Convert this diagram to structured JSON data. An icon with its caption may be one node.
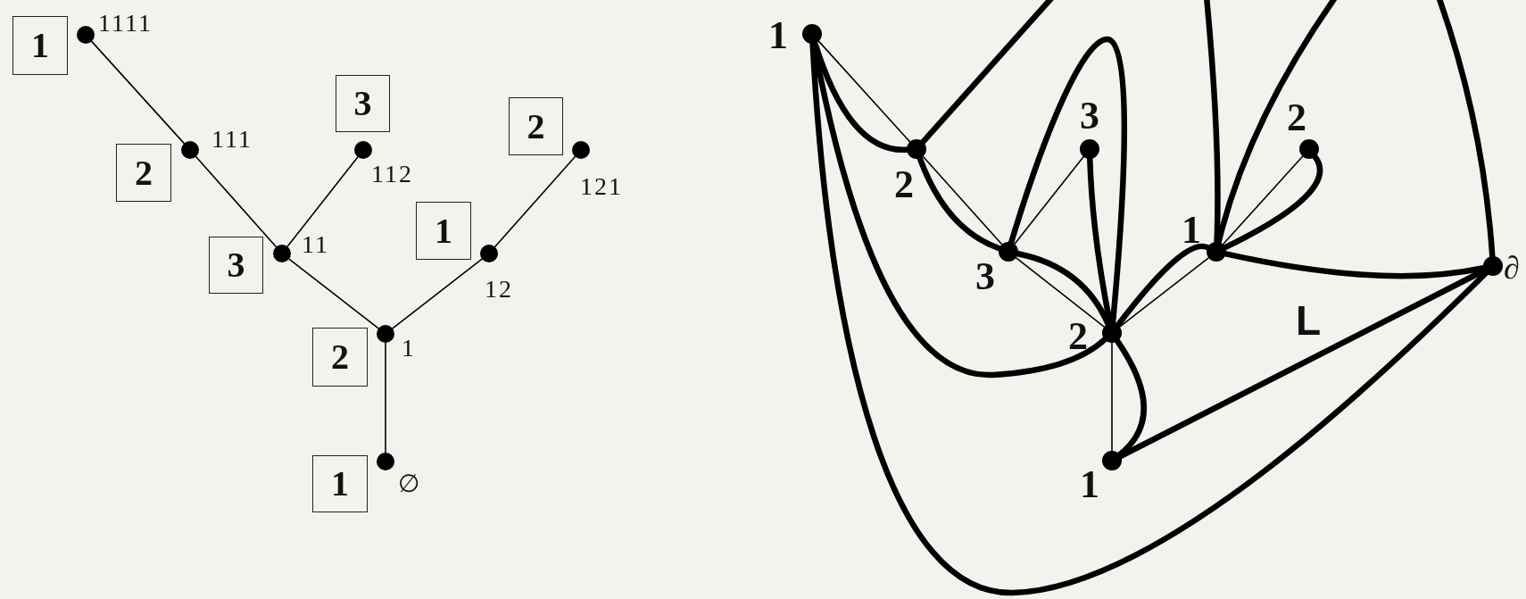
{
  "diagram": {
    "nodes": [
      {
        "text": [
          "1"
        ]
      },
      {
        "text": [],
        "shape": "circle",
        "beside": [
          "1111"
        ]
      },
      {
        "text": [
          "3"
        ]
      },
      {
        "text": [
          "2"
        ]
      },
      {
        "text": [
          "2"
        ]
      },
      {
        "text": [],
        "shape": "circle",
        "beside": [
          "111"
        ]
      },
      {
        "text": [],
        "shape": "circle",
        "beside": [
          "112"
        ]
      },
      {
        "text": [],
        "shape": "circle",
        "beside": [
          "121"
        ]
      },
      {
        "text": [
          "1"
        ]
      },
      {
        "text": [
          "3"
        ]
      },
      {
        "text": [],
        "shape": "circle",
        "beside": [
          "11"
        ]
      },
      {
        "text": [],
        "shape": "circle",
        "beside": [
          "12"
        ]
      },
      {
        "text": [
          "2"
        ]
      },
      {
        "text": [],
        "shape": "circle",
        "beside": [
          "1"
        ]
      },
      {
        "text": [
          "1"
        ]
      },
      {
        "text": [],
        "shape": "circle",
        "beside": [
          "∅"
        ]
      },
      {
        "text": [],
        "shape": "circle",
        "beside": [
          "1"
        ]
      },
      {
        "text": [],
        "shape": "circle",
        "beside": [
          "2"
        ]
      },
      {
        "text": [],
        "shape": "circle",
        "beside": [
          "3"
        ]
      },
      {
        "text": [],
        "shape": "circle",
        "beside": [
          "2"
        ]
      },
      {
        "text": [],
        "shape": "circle",
        "beside": [
          "3"
        ]
      },
      {
        "text": [],
        "shape": "circle",
        "beside": [
          "1"
        ]
      },
      {
        "text": [],
        "shape": "circle",
        "beside": [
          "∂"
        ]
      },
      {
        "text": [],
        "shape": "circle",
        "beside": [
          "2"
        ]
      },
      {
        "text": [],
        "shape": "circle",
        "beside": [
          "1"
        ]
      }
    ],
    "edges": [
      {
        "from": 1,
        "to": 5,
        "arrow": "none"
      },
      {
        "from": 5,
        "to": 10,
        "arrow": "none"
      },
      {
        "from": 6,
        "to": 10,
        "arrow": "none"
      },
      {
        "from": 10,
        "to": 13,
        "arrow": "none"
      },
      {
        "from": 7,
        "to": 11,
        "arrow": "none"
      },
      {
        "from": 11,
        "to": 13,
        "arrow": "none"
      },
      {
        "from": 13,
        "to": 15,
        "arrow": "none"
      },
      {
        "from": 16,
        "to": 17,
        "arrow": "none"
      },
      {
        "from": 17,
        "to": 20,
        "arrow": "none"
      },
      {
        "from": 20,
        "to": 18,
        "arrow": "none"
      },
      {
        "from": 20,
        "to": 23,
        "arrow": "none"
      },
      {
        "from": 23,
        "to": 21,
        "arrow": "none"
      },
      {
        "from": 21,
        "to": 19,
        "arrow": "none"
      },
      {
        "from": 23,
        "to": 24,
        "arrow": "none"
      },
      {
        "from": 16,
        "to": 17,
        "arrow": "none"
      },
      {
        "from": 17,
        "to": null,
        "arrow": "none"
      },
      {
        "from": 16,
        "to": 23,
        "arrow": "none"
      },
      {
        "from": 16,
        "to": 22,
        "arrow": "none"
      },
      {
        "from": 17,
        "to": 20,
        "arrow": "none"
      },
      {
        "from": 20,
        "to": 23,
        "arrow": "none"
      },
      {
        "from": 20,
        "to": 23,
        "arrow": "none"
      },
      {
        "from": 18,
        "to": 23,
        "arrow": "none"
      },
      {
        "from": 23,
        "to": 21,
        "arrow": "none"
      },
      {
        "from": 23,
        "to": 24,
        "arrow": "none"
      },
      {
        "from": 24,
        "to": 22,
        "arrow": "none"
      },
      {
        "from": 21,
        "to": null,
        "arrow": "none"
      },
      {
        "from": 21,
        "to": null,
        "arrow": "none"
      },
      {
        "from": 21,
        "to": 19,
        "arrow": "none"
      },
      {
        "from": 21,
        "to": 22,
        "arrow": "none"
      },
      {
        "from": 22,
        "to": null,
        "arrow": "none"
      }
    ],
    "labels": [
      "L"
    ]
  }
}
